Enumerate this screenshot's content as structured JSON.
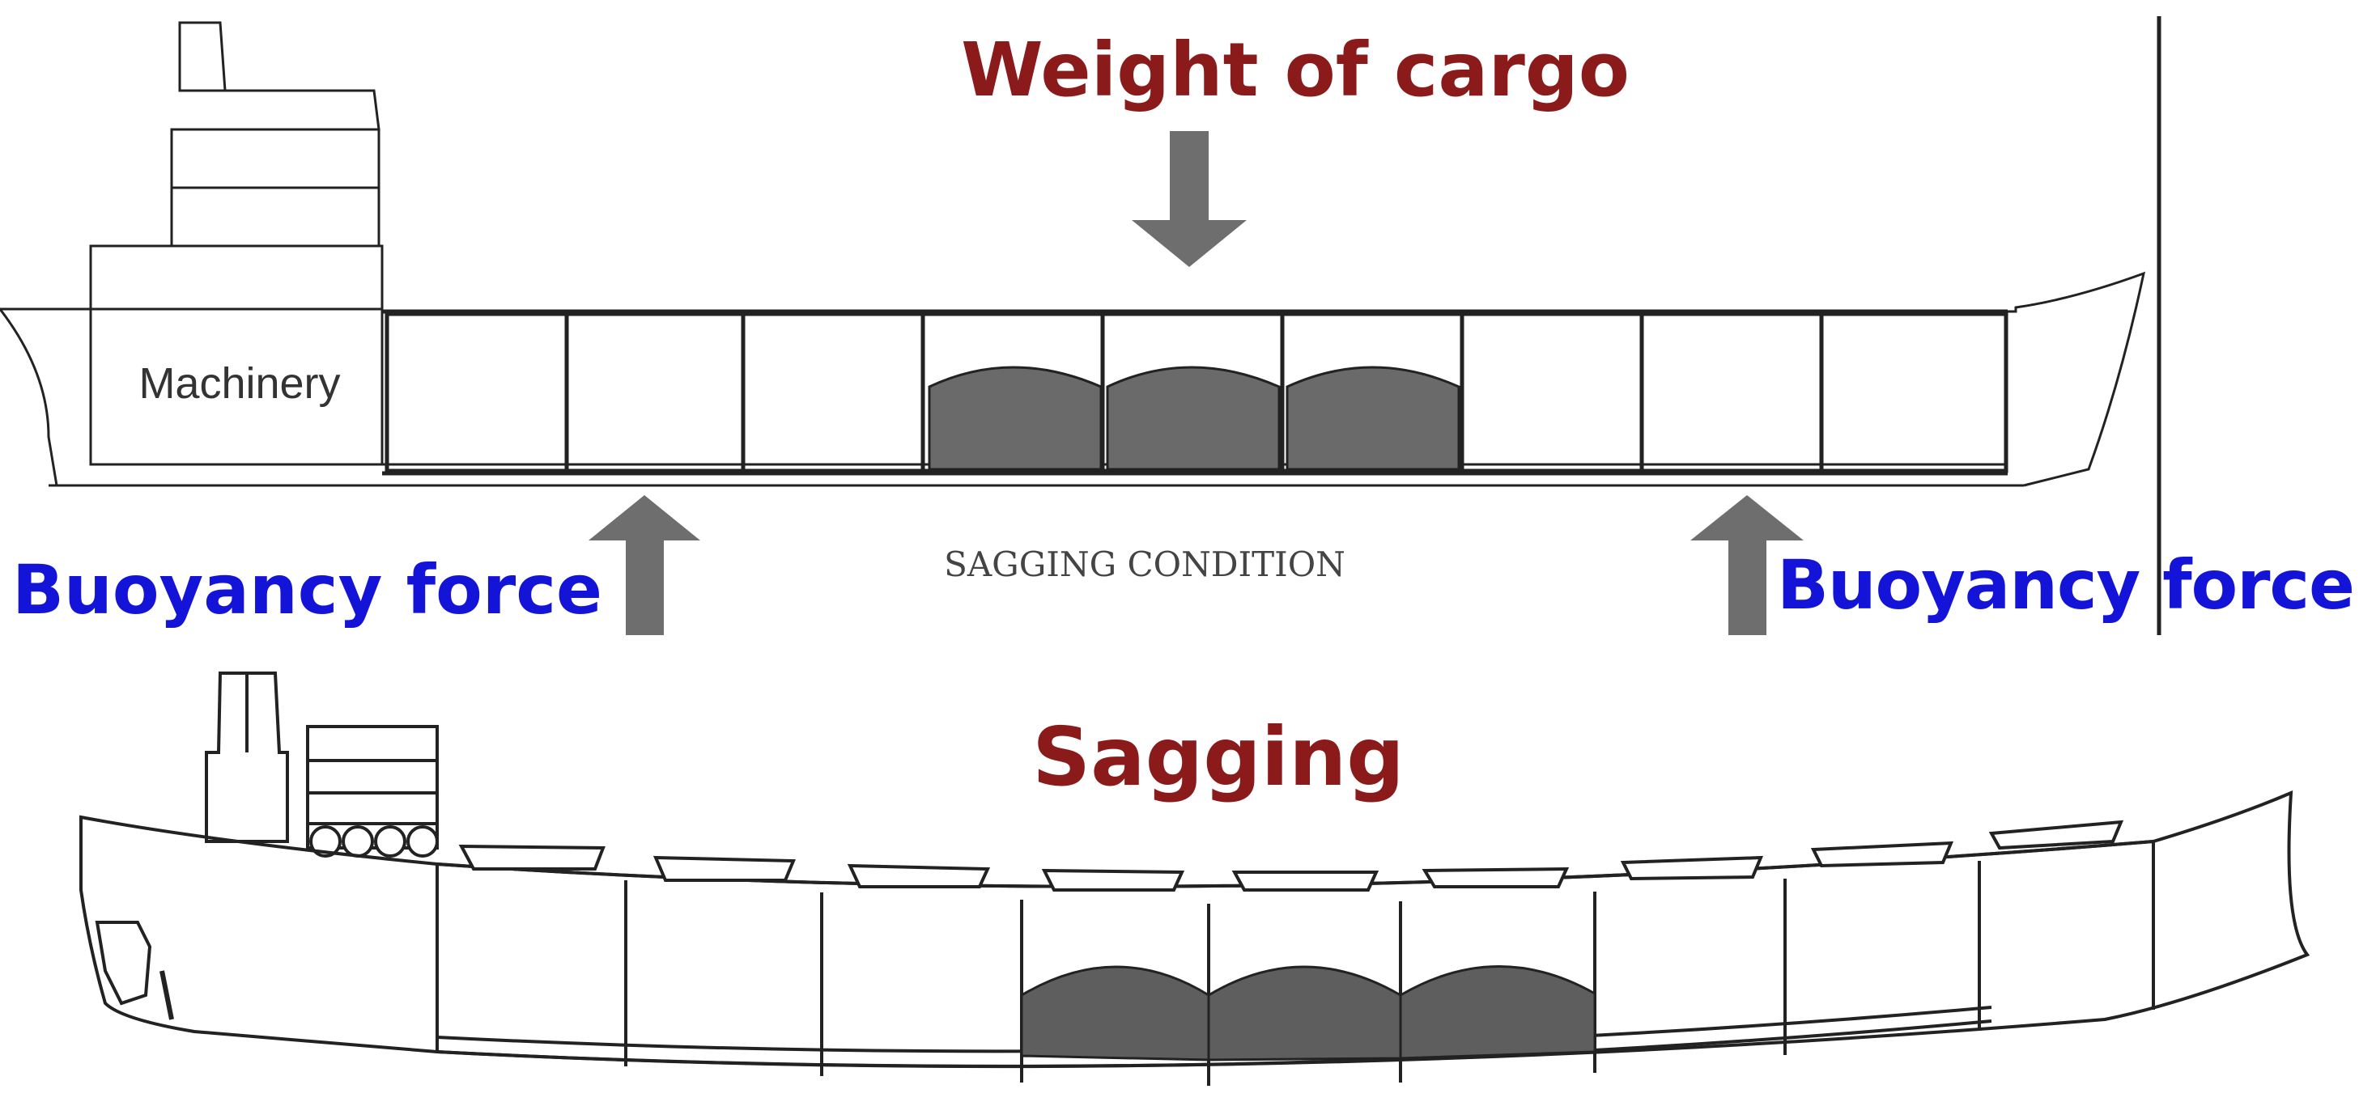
{
  "labels": {
    "weight": "Weight of cargo",
    "buoyancy_left": "Buoyancy force",
    "buoyancy_right": "Buoyancy force",
    "condition": "SAGGING CONDITION",
    "machinery": "Machinery",
    "sagging": "Sagging"
  },
  "colors": {
    "weight_text": "#8b1a1a",
    "buoyancy_text": "#1414d8",
    "sagging_text": "#8b1a1a",
    "arrow": "#6e6e6e",
    "cargo": "#6a6a6a",
    "outline": "#222222"
  },
  "icons": [
    "down-arrow-icon",
    "up-arrow-icon"
  ]
}
